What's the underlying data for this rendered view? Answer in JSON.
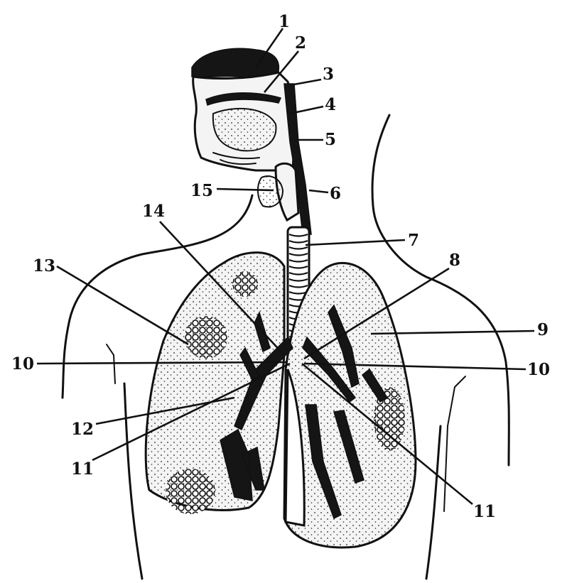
{
  "diagram": {
    "labels": [
      {
        "id": "label-1",
        "text": "1"
      },
      {
        "id": "label-2",
        "text": "2"
      },
      {
        "id": "label-3",
        "text": "3"
      },
      {
        "id": "label-4",
        "text": "4"
      },
      {
        "id": "label-5",
        "text": "5"
      },
      {
        "id": "label-6",
        "text": "6"
      },
      {
        "id": "label-7",
        "text": "7"
      },
      {
        "id": "label-8",
        "text": "8"
      },
      {
        "id": "label-9",
        "text": "9"
      },
      {
        "id": "label-10-left",
        "text": "10"
      },
      {
        "id": "label-10-right",
        "text": "10"
      },
      {
        "id": "label-11-left",
        "text": "11"
      },
      {
        "id": "label-11-right",
        "text": "11"
      },
      {
        "id": "label-12",
        "text": "12"
      },
      {
        "id": "label-13",
        "text": "13"
      },
      {
        "id": "label-14",
        "text": "14"
      },
      {
        "id": "label-15",
        "text": "15"
      }
    ],
    "colors": {
      "ink": "#111111",
      "background": "#ffffff",
      "tissue": "#f4f4f4"
    }
  }
}
